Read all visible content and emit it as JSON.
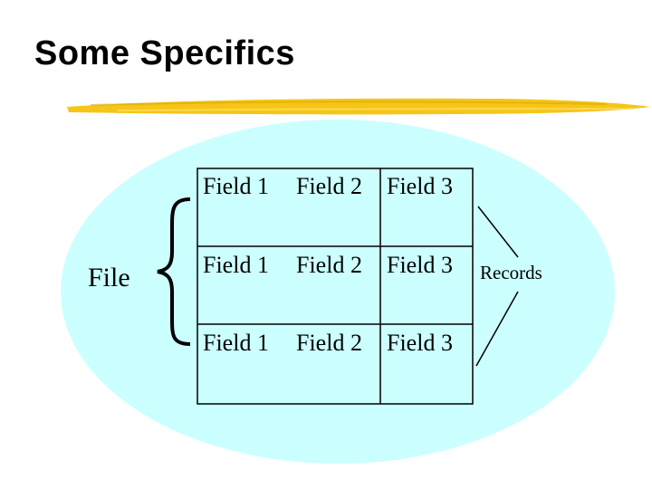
{
  "slide": {
    "title": "Some Specifics",
    "file_label": "File",
    "records_label": "Records",
    "colors": {
      "ellipse_fill": "#ccffff",
      "underline": "#f5c518",
      "grid_line": "#000000"
    },
    "rows": [
      {
        "cells": [
          "Field 1",
          "Field 2",
          "Field 3"
        ]
      },
      {
        "cells": [
          "Field 1",
          "Field 2",
          "Field 3"
        ]
      },
      {
        "cells": [
          "Field 1",
          "Field 2",
          "Field 3"
        ]
      }
    ]
  }
}
